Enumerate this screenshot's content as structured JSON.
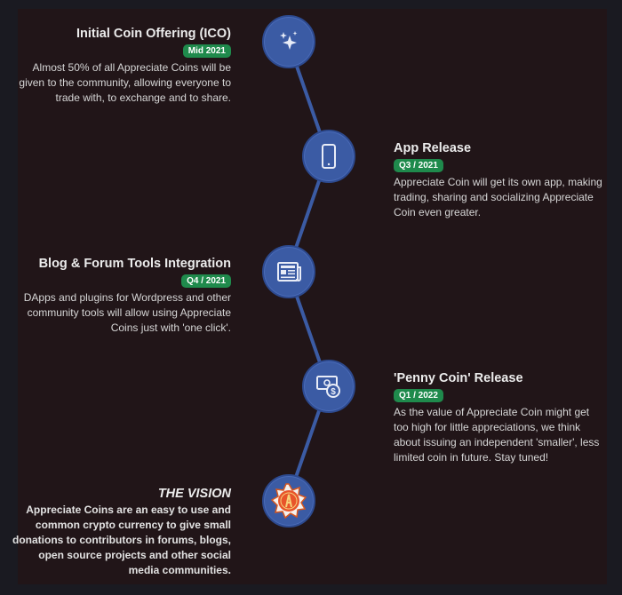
{
  "timeline": {
    "items": [
      {
        "title": "Initial Coin Offering (ICO)",
        "date": "Mid 2021",
        "description": "Almost 50% of all Appreciate Coins will be given to the community, allowing everyone to trade with, to exchange and to share.",
        "icon": "sparkles-icon"
      },
      {
        "title": "App Release",
        "date": "Q3 / 2021",
        "description": "Appreciate Coin will get its own app, making trading, sharing and socializing Appreciate Coin even greater.",
        "icon": "mobile-phone-icon"
      },
      {
        "title": "Blog & Forum Tools Integration",
        "date": "Q4 / 2021",
        "description": "DApps and plugins for Wordpress and other community tools will allow using Appreciate Coins just with 'one click'.",
        "icon": "newspaper-icon"
      },
      {
        "title": "'Penny Coin' Release",
        "date": "Q1 / 2022",
        "description": "As the value of Appreciate Coin might get too high for little appreciations, we think about issuing an independent 'smaller', less limited coin in future. Stay tuned!",
        "icon": "money-coin-icon"
      }
    ],
    "vision": {
      "title": "THE VISION",
      "description": "Appreciate Coins are an easy to use and common crypto currency to give small donations to contributors in forums, blogs, open source projects and other social media communities.",
      "icon": "appreciate-coin-logo"
    }
  },
  "colors": {
    "node": "#3b5ba4",
    "badge": "#1f8a4c",
    "panel": "#211518",
    "background": "#1a1a21"
  }
}
